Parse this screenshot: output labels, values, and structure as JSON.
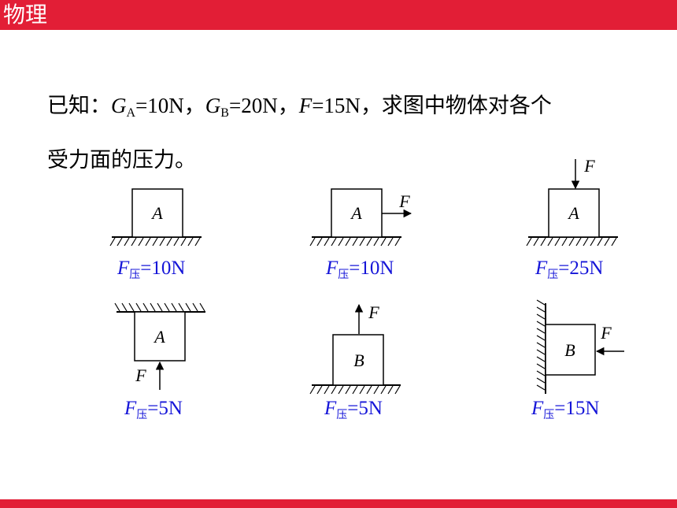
{
  "header": {
    "title": "物理"
  },
  "question": {
    "line1": {
      "prefix": "已知：",
      "ga_symbol": "G",
      "ga_sub": "A",
      "ga_value": "=10N",
      "sep1": "，",
      "gb_symbol": "G",
      "gb_sub": "B",
      "gb_value": "=20N",
      "sep2": "，",
      "f_symbol": "F",
      "f_value": "=15N",
      "suffix": "，求图中物体对各个"
    },
    "line2": "受力面的压力。"
  },
  "diagrams": [
    {
      "block": "A",
      "force": "",
      "answer": {
        "symbol": "F",
        "sub": "压",
        "value": "=10N"
      }
    },
    {
      "block": "A",
      "force": "F",
      "answer": {
        "symbol": "F",
        "sub": "压",
        "value": "=10N"
      }
    },
    {
      "block": "A",
      "force": "F",
      "answer": {
        "symbol": "F",
        "sub": "压",
        "value": "=25N"
      }
    },
    {
      "block": "A",
      "force": "F",
      "answer": {
        "symbol": "F",
        "sub": "压",
        "value": "=5N"
      }
    },
    {
      "block": "B",
      "force": "F",
      "answer": {
        "symbol": "F",
        "sub": "压",
        "value": "=5N"
      }
    },
    {
      "block": "B",
      "force": "F",
      "answer": {
        "symbol": "F",
        "sub": "压",
        "value": "=15N"
      }
    }
  ],
  "colors": {
    "accent": "#e21e36",
    "answer": "#1515d8",
    "ink": "#000000"
  }
}
